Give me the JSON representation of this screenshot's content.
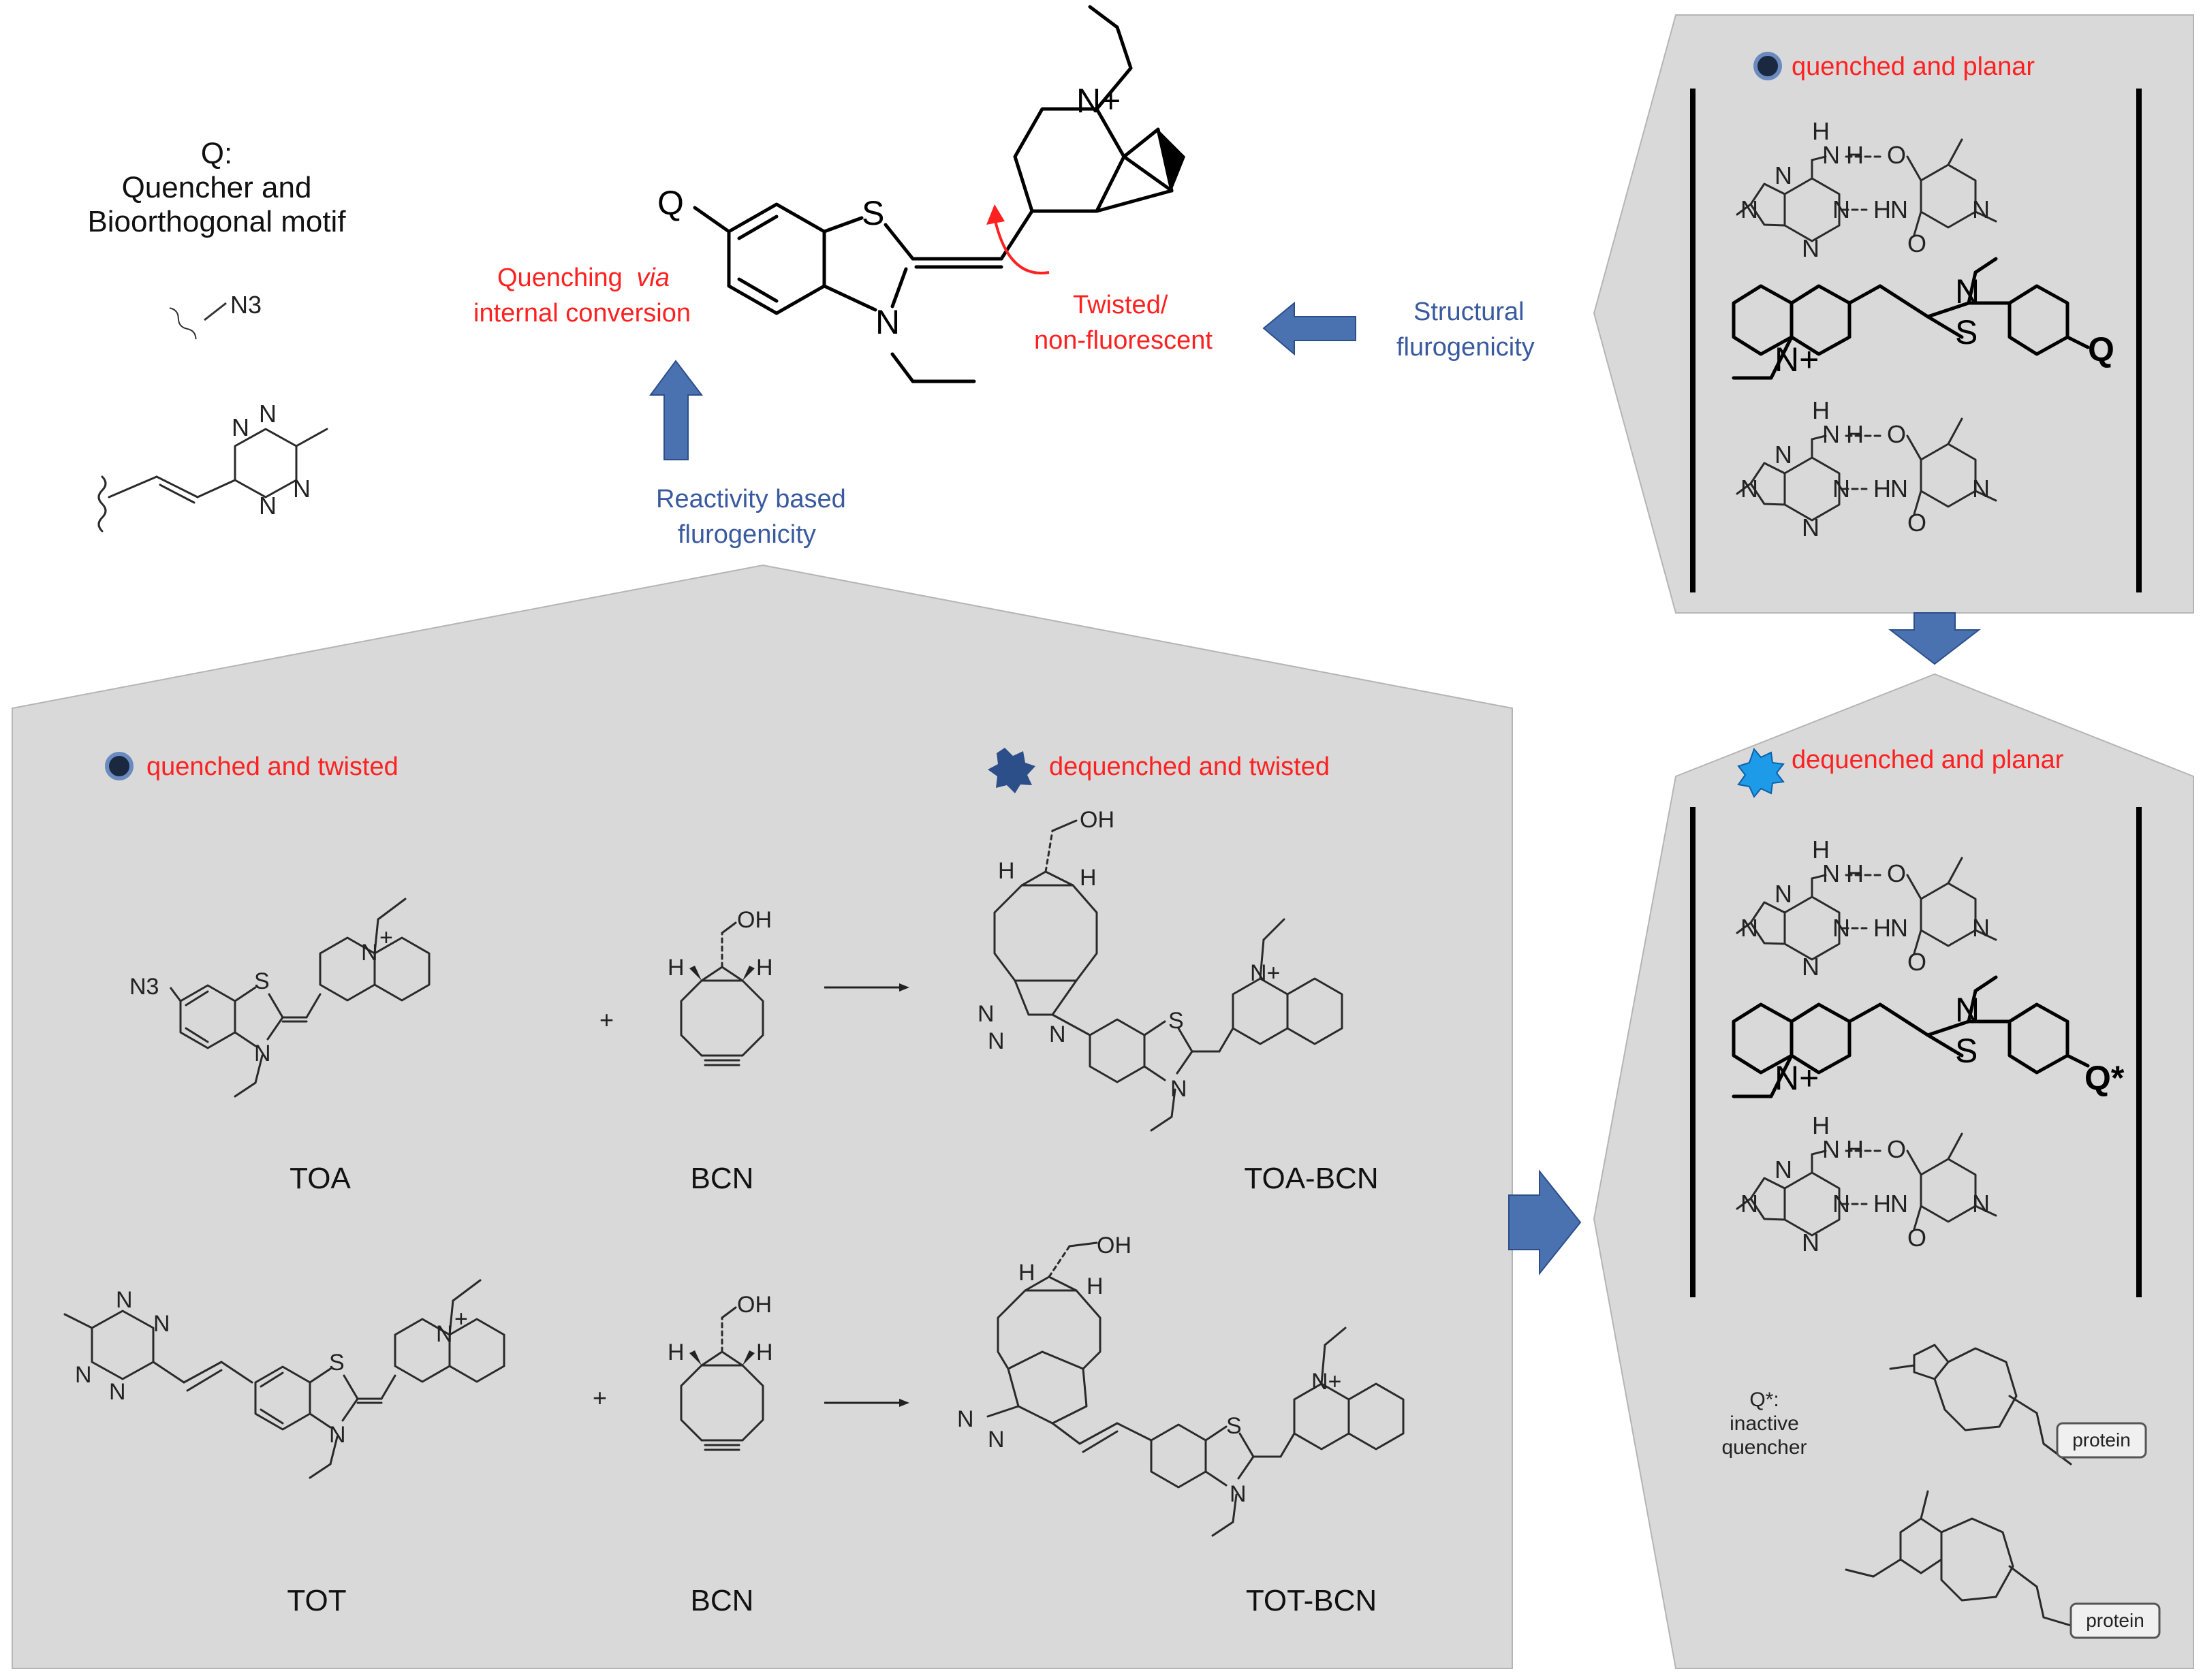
{
  "legend": {
    "q_label": "Q:",
    "q_line1": "Quencher and",
    "q_line2": "Bioorthogonal motif",
    "azide": "N3"
  },
  "center": {
    "quenching_via_1": "Quenching",
    "quenching_via_italic": "via",
    "quenching_via_2": "internal conversion",
    "twisted_1": "Twisted/",
    "twisted_2": "non-fluorescent",
    "structural_1": "Structural",
    "structural_2": "flurogenicity",
    "reactivity_1": "Reactivity based",
    "reactivity_2": "flurogenicity",
    "atom_Q": "Q",
    "atom_S": "S",
    "atom_N": "N",
    "atom_Nplus": "N+"
  },
  "panel_top_right": {
    "status": "quenched and planar",
    "dye_Q": "Q"
  },
  "panel_bottom_right": {
    "status": "dequenched and planar",
    "dye_Q": "Q*",
    "qstar_1": "Q*:",
    "qstar_2": "inactive",
    "qstar_3": "quencher",
    "protein_1": "protein",
    "protein_2": "protein"
  },
  "panel_bottom_left": {
    "status_left": "quenched and  twisted",
    "status_right": "dequenched and  twisted",
    "row1": {
      "reactant1": "TOA",
      "reactant2": "BCN",
      "product": "TOA-BCN",
      "plus": "+"
    },
    "row2": {
      "reactant1": "TOT",
      "reactant2": "BCN",
      "product": "TOT-BCN",
      "plus": "+"
    },
    "oh": "OH",
    "h": "H"
  },
  "colors": {
    "red": "#ff2020",
    "blue_label": "#3a5aa0",
    "arrow_blue": "#4a72b0",
    "panel_gray": "#d9d9d9",
    "marker_dark": "#1a2840",
    "marker_bright": "#1e9be8"
  }
}
